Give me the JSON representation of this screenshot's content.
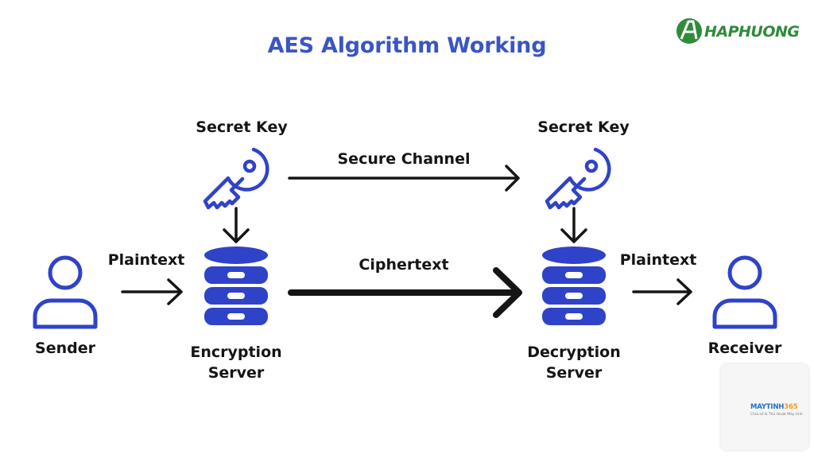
{
  "title": "AES Algorithm Working",
  "colors": {
    "title": "#3a55c4",
    "accent": "#2f43c9",
    "text": "#151515",
    "brand": "#2e8b3a",
    "badge_blue": "#1d6fd1",
    "badge_orange": "#f39a1e"
  },
  "icons": {
    "sender": "person-outline-icon",
    "receiver": "person-outline-icon",
    "key": "key-outline-icon",
    "server": "database-server-icon",
    "arrow": "arrow-right-icon"
  },
  "nodes": {
    "sender": "Sender",
    "encryption_server": [
      "Encryption",
      "Server"
    ],
    "decryption_server": [
      "Decryption",
      "Server"
    ],
    "receiver": "Receiver"
  },
  "edges": {
    "plaintext_in": "Plaintext",
    "ciphertext": "Ciphertext",
    "plaintext_out": "Plaintext",
    "secure_channel": "Secure Channel"
  },
  "keys": {
    "left": "Secret Key",
    "right": "Secret Key"
  },
  "watermarks": {
    "top_brand": "HAPHUONG",
    "badge_brand_main": "MAYTINH",
    "badge_brand_suffix": "365",
    "badge_tagline": "Chia sẻ & Thủ thuật Máy tính"
  }
}
